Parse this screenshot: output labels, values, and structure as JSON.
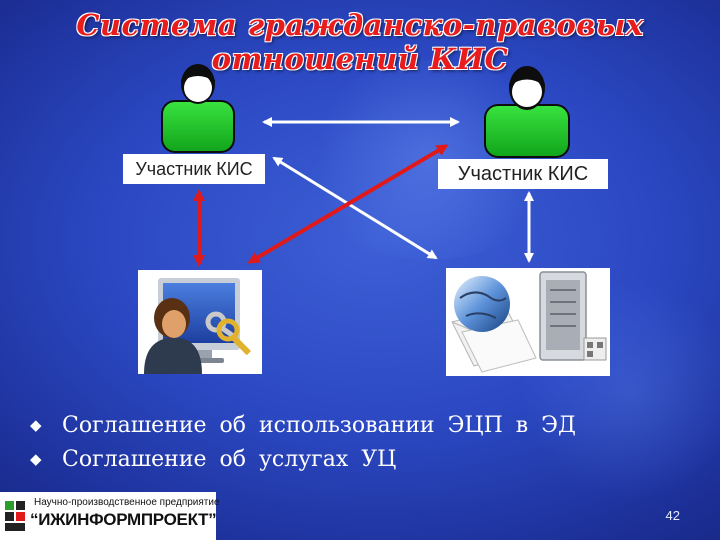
{
  "slide": {
    "title": "Система гражданско-правовых отношений КИС",
    "participant_left_label": "Участник КИС",
    "participant_right_label": "Участник КИС",
    "bullets": [
      "Соглашение об использовании ЭЦП в ЭД",
      "Соглашение об услугах УЦ"
    ],
    "page_number": "42"
  },
  "footer": {
    "org_line1": "Научно-производственное предприятие",
    "org_name": "“ИЖИНФОРМПРОЕКТ”"
  },
  "icons": {
    "participant_left": "person-icon",
    "participant_right": "person-icon",
    "tile_left": "user-with-keys-icon",
    "tile_right": "globe-mail-server-icon"
  },
  "colors": {
    "background": "#2b48c2",
    "title": "#e81c1c",
    "red_arrow": "#e01a1a",
    "white_arrow": "#ffffff",
    "person_body": "#22c22a"
  }
}
